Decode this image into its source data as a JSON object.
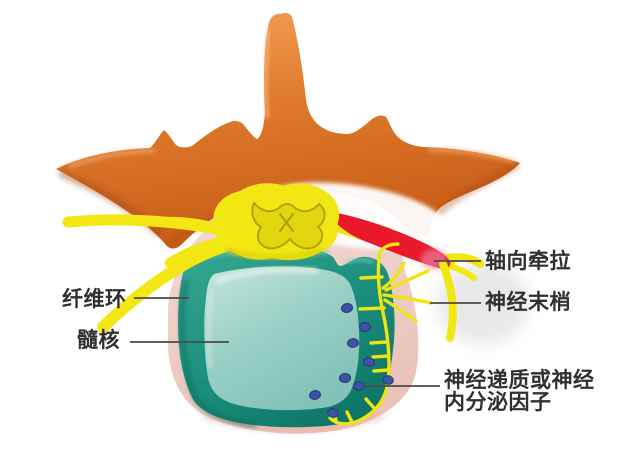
{
  "figure": {
    "type": "medical-anatomy-diagram",
    "subject": "lumbar vertebra cross-section with intervertebral disc innervation",
    "labels": {
      "annulus_fibrosus": "纤维环",
      "nucleus_pulposus": "髓核",
      "axial_traction": "轴向牵拉",
      "nerve_endings": "神经末梢",
      "neurotransmitter_line1": "神经递质或神经",
      "neurotransmitter_line2": "内分泌因子"
    },
    "colors": {
      "background": "#FFFFFF",
      "vertebra_orange": "#E07A2C",
      "nerve_yellow": "#F2E713",
      "nerve_fiber_yellow": "#EFE312",
      "compressed_nerve_red": "#E9192B",
      "red_glow_pink": "#EE7FA0",
      "annulus_teal": "#1B8F7D",
      "nucleus_seafoam": "#9AD0C6",
      "vertebral_body_pink": "#EFCFC7",
      "neurotransmitter_dot_blue": "#3C54A4",
      "dot_outline_blue": "#2B3E7E",
      "label_text": "#303030",
      "leader_line": "#4A4A4A",
      "soft_shadow_gray": "#C4C4C4"
    },
    "neurotransmitter_dot_count": 9
  }
}
